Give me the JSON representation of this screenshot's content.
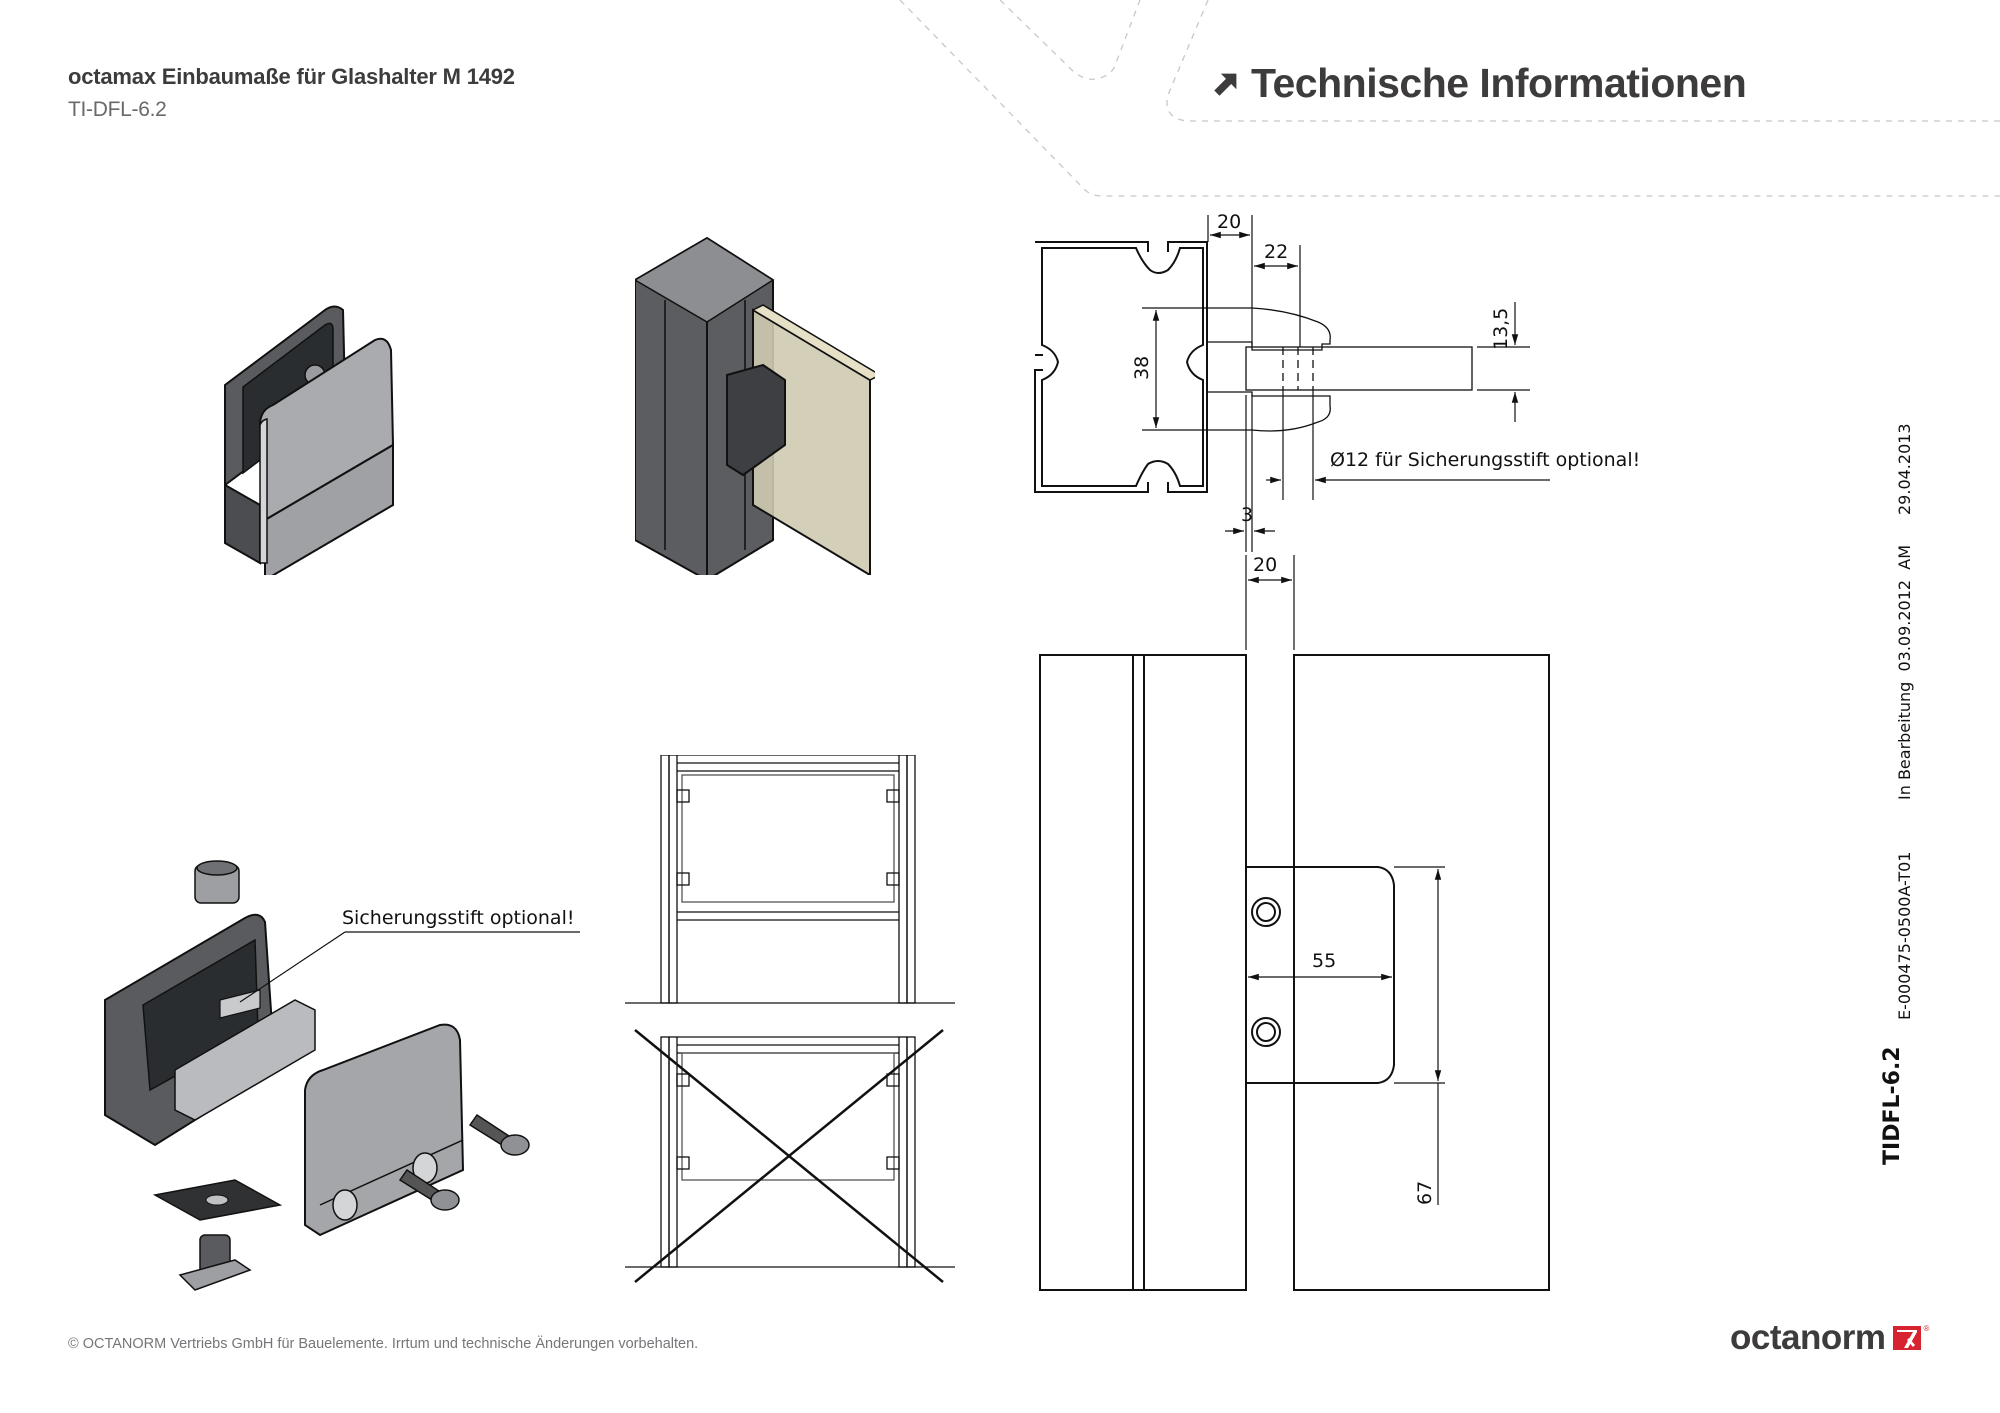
{
  "header": {
    "title": "octamax Einbaumaße für Glashalter M 1492",
    "code": "TI-DFL-6.2",
    "section_title": "Technische Informationen",
    "section_icon": "arrow-up-right-icon"
  },
  "isometric_views": {
    "exploded_callout": "Sicherungsstift optional!"
  },
  "cross_section": {
    "dim_top_20": "20",
    "dim_22": "22",
    "dim_38": "38",
    "dim_13_5": "13,5",
    "dim_3": "3",
    "dim_bottom_20": "20",
    "note": "Ø12 für Sicherungsstift optional!"
  },
  "front_view": {
    "dim_55": "55",
    "dim_67": "67"
  },
  "title_block": {
    "drawing_id": "TIDFL-6.2",
    "part_number": "E-000475-0500A-T01",
    "status": "In Bearbeitung  03.09.2012  AM",
    "date": "29.04.2013"
  },
  "footer": {
    "copyright": "© OCTANORM Vertriebs GmbH für Bauelemente. Irrtum und technische Änderungen vorbehalten.",
    "logo_text": "octanorm",
    "logo_registered": "®",
    "brand_color": "#d7222f",
    "text_color": "#3d3b3c"
  }
}
